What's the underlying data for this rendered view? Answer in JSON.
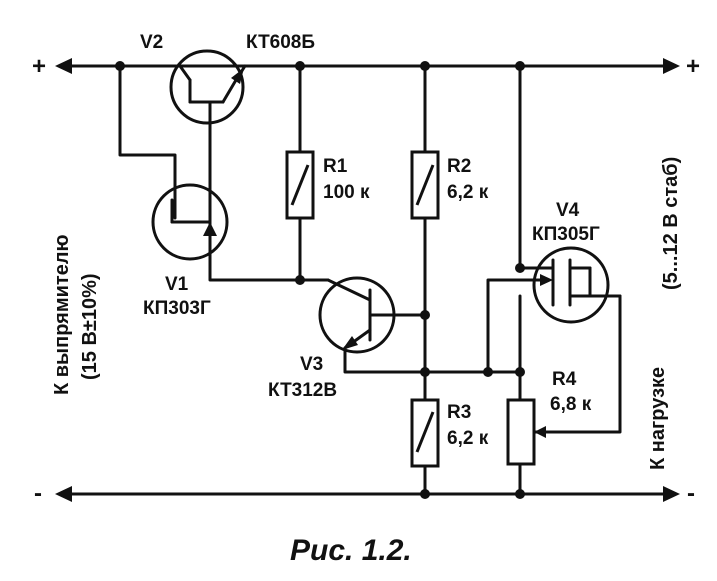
{
  "rails": {
    "plus_left": "+",
    "plus_right": "+",
    "minus_left": "-",
    "minus_right": "-"
  },
  "components": {
    "v2": {
      "ref": "V2",
      "part": "КТ608Б"
    },
    "v1": {
      "ref": "V1",
      "part": "КП303Г"
    },
    "v3": {
      "ref": "V3",
      "part": "КТ312В"
    },
    "v4": {
      "ref": "V4",
      "part": "КП305Г"
    },
    "r1": {
      "ref": "R1",
      "value": "100 к"
    },
    "r2": {
      "ref": "R2",
      "value": "6,2 к"
    },
    "r3": {
      "ref": "R3",
      "value": "6,2 к"
    },
    "r4": {
      "ref": "R4",
      "value": "6,8 к"
    }
  },
  "side_labels": {
    "left_line1": "К выпрямителю",
    "left_line2": "(15 В±10%)",
    "right_line1": "(5...12 В стаб)",
    "right_line2": "К нагрузке"
  },
  "caption": "Рис. 1.2."
}
